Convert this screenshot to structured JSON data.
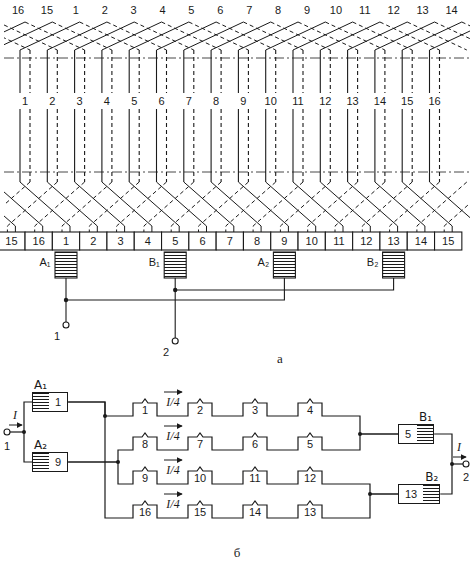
{
  "diagram": {
    "nodes": [
      {
        "text": [
          "A₁",
          "1"
        ]
      },
      {
        "text": [
          "A₂",
          "9"
        ]
      },
      {
        "text": [
          "B₁",
          "5"
        ]
      },
      {
        "text": [
          "B₂",
          "13"
        ]
      }
    ],
    "edges": [
      {
        "from": 0,
        "to": 2,
        "arrow": "none"
      },
      {
        "from": 1,
        "to": 2,
        "arrow": "none"
      },
      {
        "from": 1,
        "to": 3,
        "arrow": "none"
      },
      {
        "from": 0,
        "to": 3,
        "arrow": "none"
      }
    ],
    "labels": [
      "16",
      "15",
      "1",
      "2",
      "3",
      "4",
      "5",
      "6",
      "7",
      "8",
      "9",
      "10",
      "11",
      "12",
      "13",
      "14",
      "1",
      "2",
      "3",
      "4",
      "5",
      "6",
      "7",
      "8",
      "9",
      "10",
      "11",
      "12",
      "13",
      "14",
      "15",
      "16",
      "15",
      "16",
      "1",
      "2",
      "3",
      "4",
      "5",
      "6",
      "7",
      "8",
      "9",
      "10",
      "11",
      "12",
      "13",
      "14",
      "15",
      "A₁",
      "B₁",
      "A₂",
      "B₂",
      "1",
      "2",
      "а",
      "1",
      "2",
      "3",
      "4",
      "8",
      "7",
      "6",
      "5",
      "9",
      "10",
      "11",
      "12",
      "16",
      "15",
      "14",
      "13",
      "I/4",
      "I/4",
      "I/4",
      "I/4",
      "I",
      "I",
      "1",
      "2",
      "б"
    ]
  }
}
